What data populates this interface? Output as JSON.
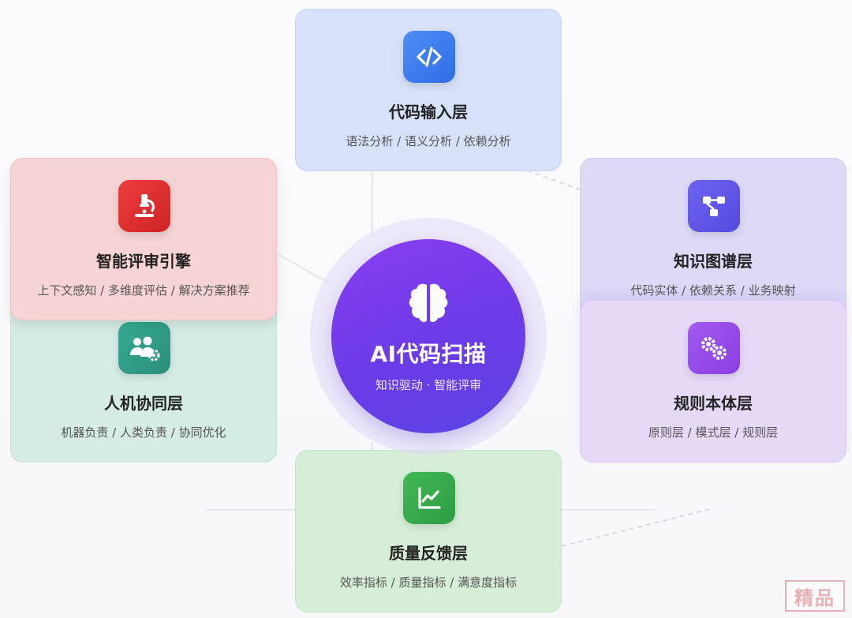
{
  "center": {
    "title": "AI代码扫描",
    "subtitle": "知识驱动 · 智能评审",
    "icon": "brain-icon"
  },
  "cards": {
    "input": {
      "title": "代码输入层",
      "subtitle": "语法分析 / 语义分析 / 依赖分析",
      "icon": "code-icon",
      "color": "#3a7bf0"
    },
    "engine": {
      "title": "智能评审引擎",
      "subtitle": "上下文感知 / 多维度评估 / 解决方案推荐",
      "icon": "microscope-icon",
      "color": "#dd2f2f"
    },
    "kg": {
      "title": "知识图谱层",
      "subtitle": "代码实体 / 依赖关系 / 业务映射",
      "icon": "graph-icon",
      "color": "#6158ea"
    },
    "human": {
      "title": "人机协同层",
      "subtitle": "机器负责 / 人类负责 / 协同优化",
      "icon": "users-gear-icon",
      "color": "#309c85"
    },
    "rule": {
      "title": "规则本体层",
      "subtitle": "原则层 / 模式层 / 规则层",
      "icon": "gears-icon",
      "color": "#964ae9"
    },
    "quality": {
      "title": "质量反馈层",
      "subtitle": "效率指标 / 质量指标 / 满意度指标",
      "icon": "chart-line-icon",
      "color": "#38ab4c"
    }
  },
  "watermark": {
    "text": "精品"
  }
}
